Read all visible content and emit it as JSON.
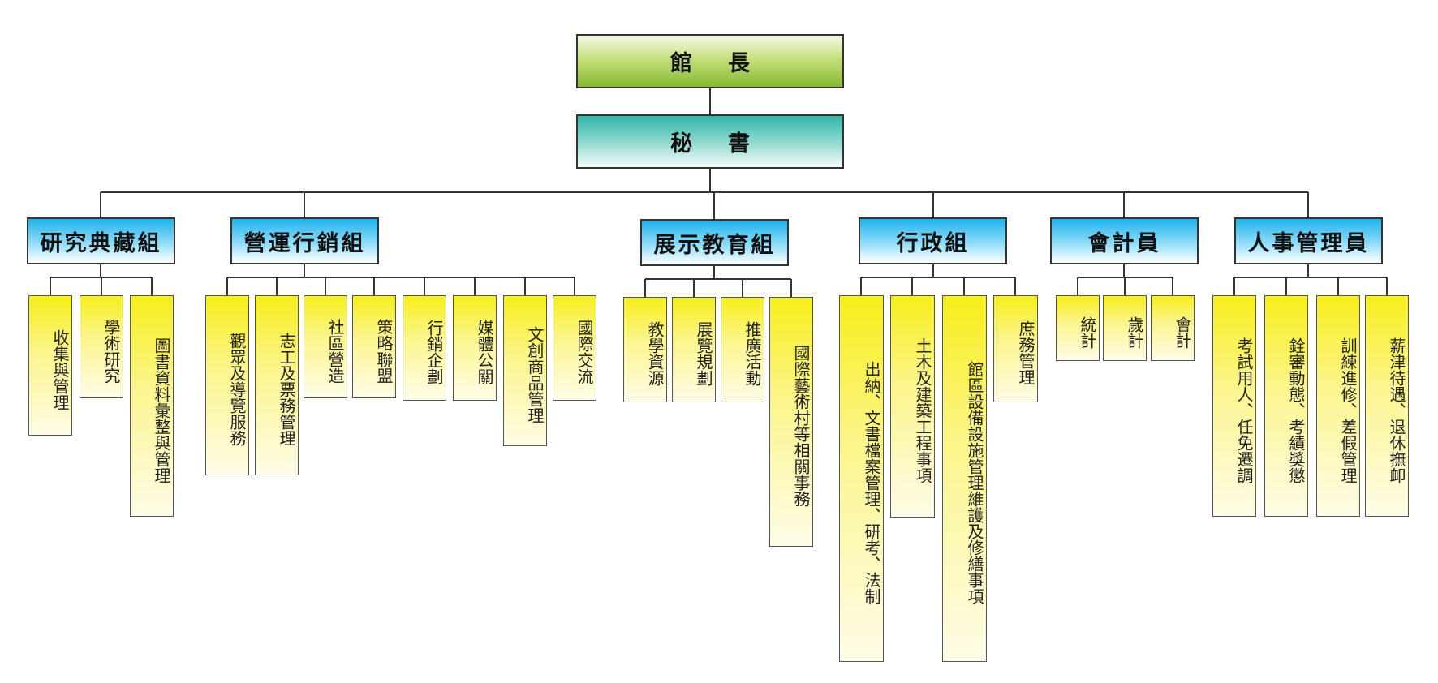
{
  "director": "館長",
  "secretary": "秘書",
  "groups": [
    {
      "name": "研究典藏組",
      "tasks": [
        "收集與管理",
        "學術研究",
        "圖書資料彙整與管理"
      ]
    },
    {
      "name": "營運行銷組",
      "tasks": [
        "觀眾及導覽服務",
        "志工及票務管理",
        "社區營造",
        "策略聯盟",
        "行銷企劃",
        "媒體公關",
        "文創商品管理",
        "國際交流"
      ]
    },
    {
      "name": "展示教育組",
      "tasks": [
        "教學資源",
        "展覽規劃",
        "推廣活動",
        "國際藝術村等相關事務"
      ]
    },
    {
      "name": "行政組",
      "tasks": [
        "出納、文書檔案管理、研考、法制",
        "土木及建築工程事項",
        "館區設備設施管理維護及修繕事項",
        "庶務管理"
      ]
    },
    {
      "name": "會計員",
      "tasks": [
        "統計",
        "歲計",
        "會計"
      ]
    },
    {
      "name": "人事管理員",
      "tasks": [
        "考試用人、任免遷調",
        "銓審動態、考績獎懲",
        "訓練進修、差假管理",
        "薪津待遇、退休撫卹"
      ]
    }
  ],
  "colors": {
    "line": "#333333",
    "director_fill": "#9bc843",
    "secretary_fill": "#3bbcae",
    "group_fill": "#2db8ef",
    "task_fill": "#f8ef2a"
  }
}
